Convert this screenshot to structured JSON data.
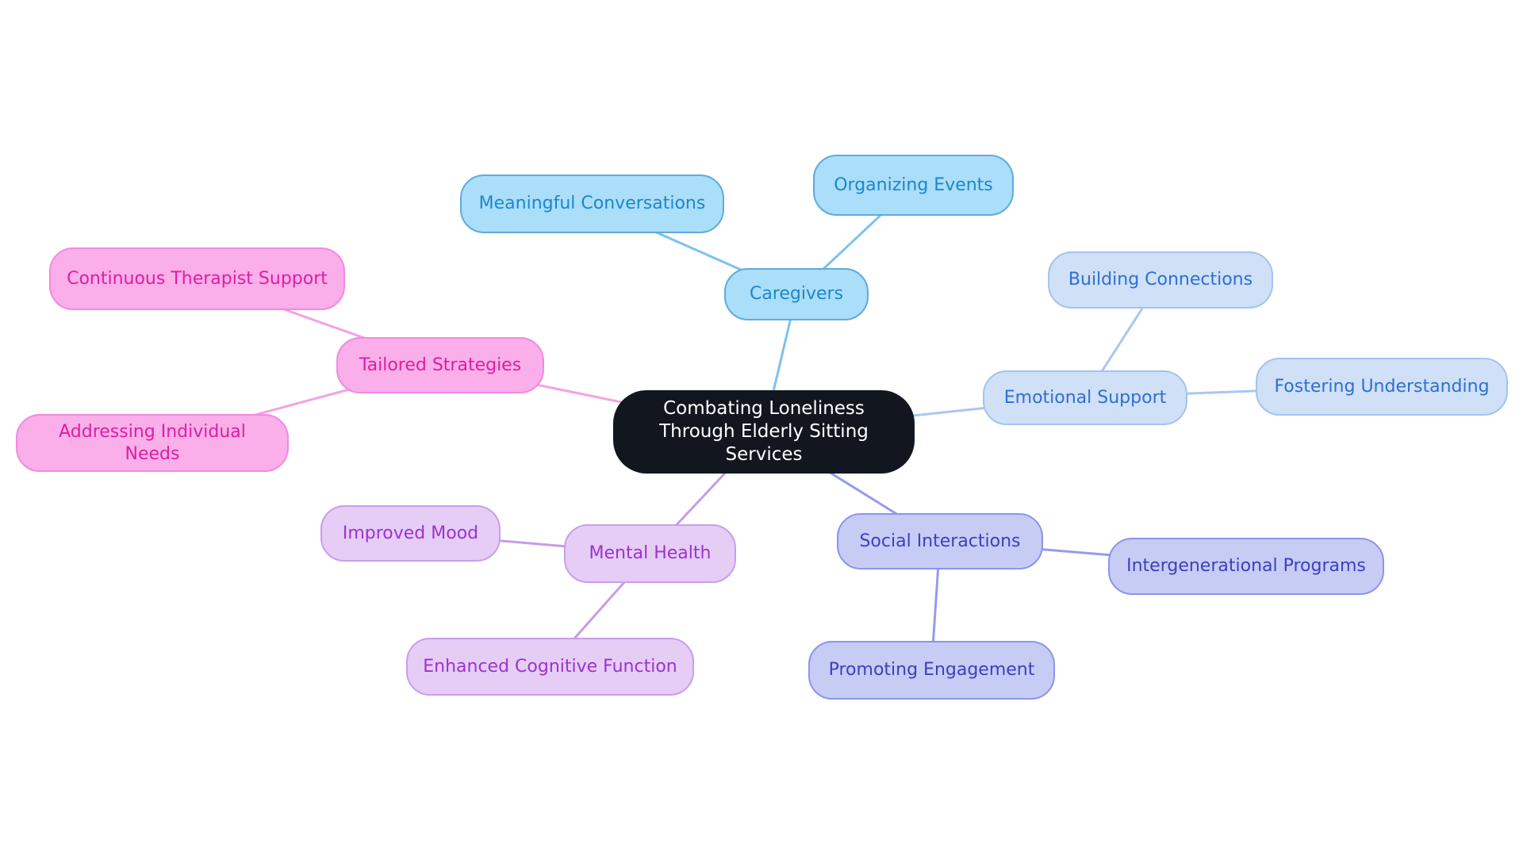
{
  "diagram": {
    "type": "mindmap",
    "background_color": "#FFFFFF",
    "root_node": "central",
    "branch_colors": [
      {
        "branch": "Caregivers",
        "fill": "#ABDEF8",
        "border": "#5FAADF",
        "text": "#1C87CE",
        "line": "#7EC2F0"
      },
      {
        "branch": "Emotional Support",
        "fill": "#CFE0F7",
        "border": "#A4C3EE",
        "text": "#2E6FD1",
        "line": "#A9C7F0"
      },
      {
        "branch": "Social Interactions",
        "fill": "#C7CCF5",
        "border": "#8D94E9",
        "text": "#3C40BE",
        "line": "#959CEC"
      },
      {
        "branch": "Mental Health",
        "fill": "#E5CDF6",
        "border": "#C99EEA",
        "text": "#9D32CE",
        "line": "#C69CE9"
      },
      {
        "branch": "Tailored Strategies",
        "fill": "#FAAEEA",
        "border": "#F18BDF",
        "text": "#DD1F9F",
        "line": "#F2A3E3"
      }
    ]
  },
  "nodes": {
    "central": {
      "label": "Combating Loneliness Through Elderly Sitting Services",
      "fill": "#11161F",
      "text_color": "#FFFFFF"
    },
    "caregivers": {
      "label": "Caregivers",
      "fill": "#ABDEF8",
      "text_color": "#1C87CE"
    },
    "meaningful_conversations": {
      "label": "Meaningful Conversations",
      "fill": "#ABDEF8",
      "text_color": "#1C87CE"
    },
    "organizing_events": {
      "label": "Organizing Events",
      "fill": "#ABDEF8",
      "text_color": "#1C87CE"
    },
    "emotional_support": {
      "label": "Emotional Support",
      "fill": "#CFE0F7",
      "text_color": "#2E6FD1"
    },
    "building_connections": {
      "label": "Building Connections",
      "fill": "#CFE0F7",
      "text_color": "#2E6FD1"
    },
    "fostering_understanding": {
      "label": "Fostering Understanding",
      "fill": "#CFE0F7",
      "text_color": "#2E6FD1"
    },
    "social_interactions": {
      "label": "Social Interactions",
      "fill": "#C7CCF5",
      "text_color": "#3C40BE"
    },
    "intergenerational_programs": {
      "label": "Intergenerational Programs",
      "fill": "#C7CCF5",
      "text_color": "#3C40BE"
    },
    "promoting_engagement": {
      "label": "Promoting Engagement",
      "fill": "#C7CCF5",
      "text_color": "#3C40BE"
    },
    "mental_health": {
      "label": "Mental Health",
      "fill": "#E5CDF6",
      "text_color": "#9D32CE"
    },
    "improved_mood": {
      "label": "Improved Mood",
      "fill": "#E5CDF6",
      "text_color": "#9D32CE"
    },
    "enhanced_cognitive_function": {
      "label": "Enhanced Cognitive Function",
      "fill": "#E5CDF6",
      "text_color": "#9D32CE"
    },
    "tailored_strategies": {
      "label": "Tailored Strategies",
      "fill": "#FAAEEA",
      "text_color": "#DD1F9F"
    },
    "continuous_therapist_support": {
      "label": "Continuous Therapist Support",
      "fill": "#FAAEEA",
      "text_color": "#DD1F9F"
    },
    "addressing_individual_needs": {
      "label": "Addressing Individual Needs",
      "fill": "#FAAEEA",
      "text_color": "#DD1F9F"
    }
  },
  "edges": [
    {
      "from": "central",
      "to": "caregivers",
      "color": "#7EC2F0"
    },
    {
      "from": "caregivers",
      "to": "meaningful_conversations",
      "color": "#7EC2F0"
    },
    {
      "from": "caregivers",
      "to": "organizing_events",
      "color": "#7EC2F0"
    },
    {
      "from": "central",
      "to": "emotional_support",
      "color": "#A9C7F0"
    },
    {
      "from": "emotional_support",
      "to": "building_connections",
      "color": "#A9C7F0"
    },
    {
      "from": "emotional_support",
      "to": "fostering_understanding",
      "color": "#A9C7F0"
    },
    {
      "from": "central",
      "to": "social_interactions",
      "color": "#959CEC"
    },
    {
      "from": "social_interactions",
      "to": "intergenerational_programs",
      "color": "#959CEC"
    },
    {
      "from": "social_interactions",
      "to": "promoting_engagement",
      "color": "#959CEC"
    },
    {
      "from": "central",
      "to": "mental_health",
      "color": "#C69CE9"
    },
    {
      "from": "mental_health",
      "to": "improved_mood",
      "color": "#C69CE9"
    },
    {
      "from": "mental_health",
      "to": "enhanced_cognitive_function",
      "color": "#C69CE9"
    },
    {
      "from": "central",
      "to": "tailored_strategies",
      "color": "#F2A3E3"
    },
    {
      "from": "tailored_strategies",
      "to": "continuous_therapist_support",
      "color": "#F2A3E3"
    },
    {
      "from": "tailored_strategies",
      "to": "addressing_individual_needs",
      "color": "#F2A3E3"
    }
  ]
}
